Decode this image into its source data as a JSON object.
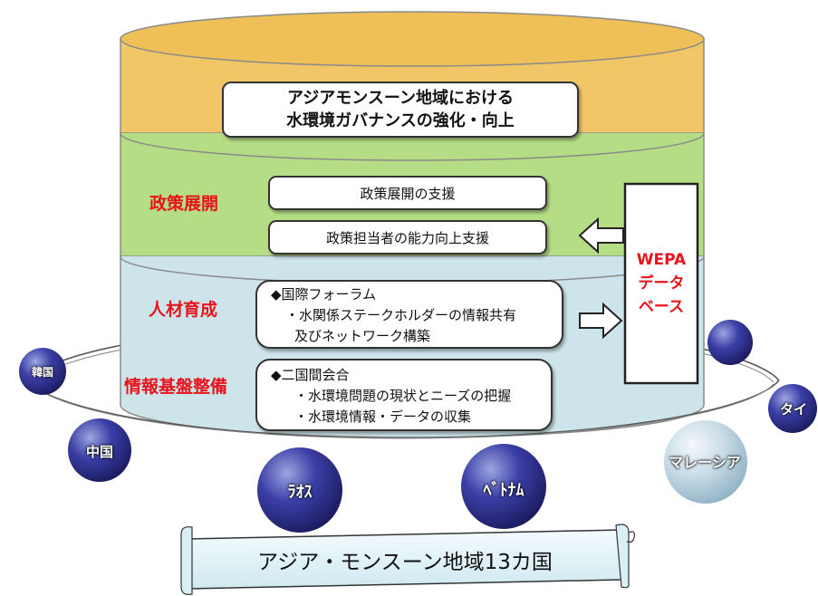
{
  "colors": {
    "top_layer": "#f1c667",
    "middle_layer": "#b5dd86",
    "bottom_layer": "#cce4ea",
    "label_red": "#e8131b",
    "sphere_dark": "#2d2d90",
    "sphere_light": "#7d8dc4"
  },
  "top_layer": {
    "title_line1": "アジアモンスーン地域における",
    "title_line2": "水環境ガバナンスの強化・向上"
  },
  "middle_layer": {
    "label": "政策展開",
    "box1": "政策展開の支援",
    "box2": "政策担当者の能力向上支援"
  },
  "bottom_layer": {
    "label1": "人材育成",
    "label2": "情報基盤整備",
    "forum": {
      "title": "◆国際フォーラム",
      "line1": "・水関係ステークホルダーの情報共有",
      "line2": "及びネットワーク構築"
    },
    "bilateral": {
      "title": "◆二国間会合",
      "line1": "・水環境問題の現状とニーズの把握",
      "line2": "・水環境情報・データの収集"
    }
  },
  "database": {
    "line1": "WEPA",
    "line2": "データ",
    "line3": "ベース"
  },
  "countries": {
    "korea": "韓国",
    "china": "中国",
    "laos": "ﾗｵｽ",
    "vietnam": "ﾍﾞﾄﾅﾑ",
    "malaysia": "マレーシア",
    "thailand": "タイ"
  },
  "scroll_banner": "アジア・モンスーン地域13カ国"
}
